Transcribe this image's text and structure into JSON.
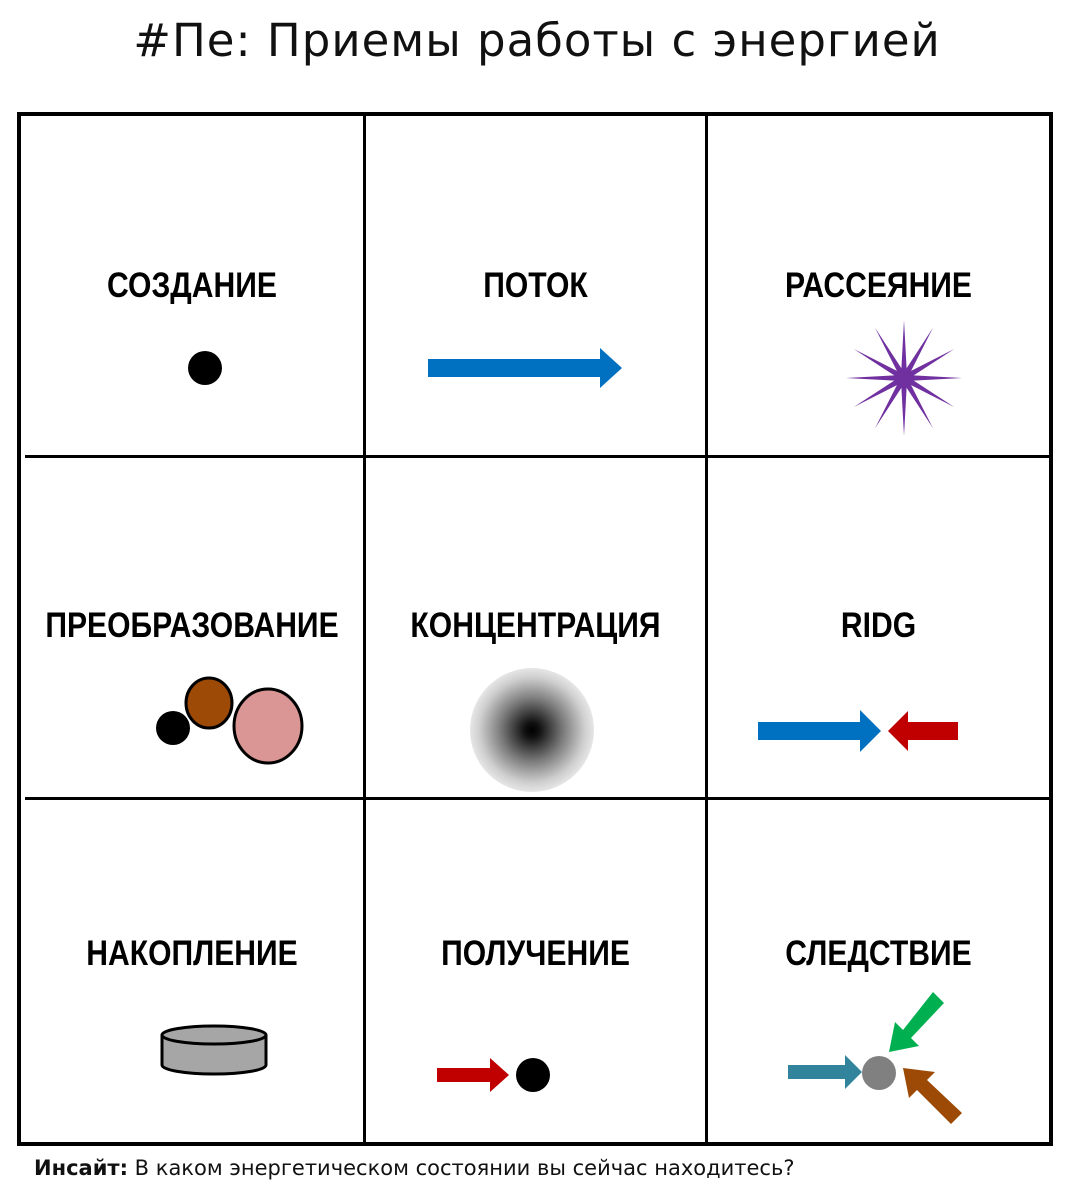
{
  "title": "#Пе: Приемы работы с энергией",
  "cells": [
    {
      "label": "СОЗДАНИЕ",
      "icon": "black-dot-icon"
    },
    {
      "label": "ПОТОК",
      "icon": "blue-arrow-right-icon"
    },
    {
      "label": "РАССЕЯНИЕ",
      "icon": "purple-starburst-icon"
    },
    {
      "label": "ПРЕОБРАЗОВАНИЕ",
      "icon": "three-circles-icon"
    },
    {
      "label": "КОНЦЕНТРАЦИЯ",
      "icon": "radial-gradient-circle-icon"
    },
    {
      "label": "RIDG",
      "icon": "opposing-arrows-icon"
    },
    {
      "label": "НАКОПЛЕНИЕ",
      "icon": "cylinder-icon"
    },
    {
      "label": "ПОЛУЧЕНИЕ",
      "icon": "red-arrow-to-dot-icon"
    },
    {
      "label": "СЛЕДСТВИЕ",
      "icon": "three-arrows-to-dot-icon"
    }
  ],
  "colors": {
    "blue": "#0070c0",
    "red": "#c00000",
    "purple": "#7030a0",
    "brown": "#9c4a06",
    "pink": "#d99694",
    "teal": "#31849b",
    "green": "#00b050",
    "gray": "#808080",
    "cylinder_gray": "#a6a6a6"
  },
  "insight": {
    "label": "Инсайт:",
    "text": " В каком энергетическом состоянии вы сейчас находитесь?"
  }
}
